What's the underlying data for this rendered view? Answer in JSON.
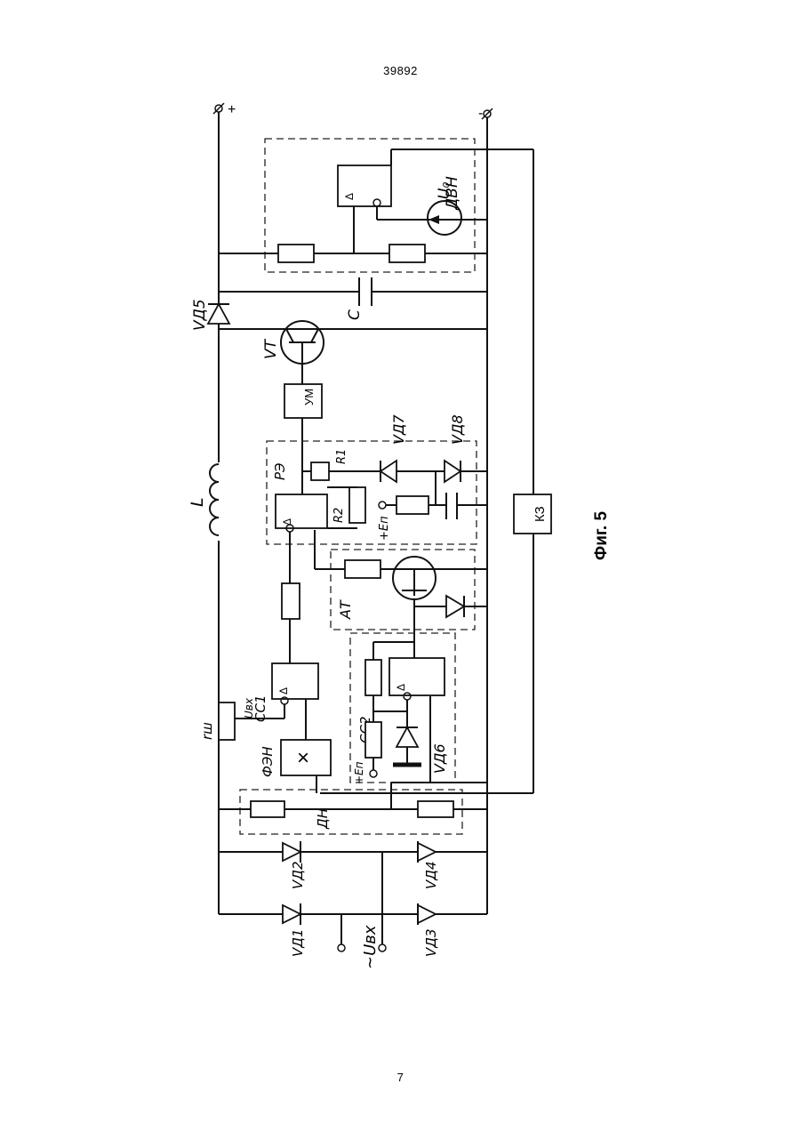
{
  "page": {
    "header_number": "39892",
    "footer_number": "7"
  },
  "figure": {
    "caption": "Фиг. 5",
    "terminals": {
      "plus": "+",
      "minus": "-"
    },
    "components": {
      "dvn": "ДВН",
      "u0": "U₀",
      "capacitor": "C",
      "vd5": "VД5",
      "vt": "VT",
      "um": "УМ",
      "l": "L",
      "re": "РЭ",
      "r1": "R1",
      "r2": "R2",
      "ep": "+Eп",
      "vd7": "VД7",
      "vd8": "VД8",
      "at": "АТ",
      "kz": "КЗ",
      "rsh": "rш",
      "uvx": "Uвх",
      "cc1": "СС1",
      "fen": "ФЭН",
      "cc2": "СС2",
      "ep2": "+Eп",
      "vd6": "VД6",
      "dn": "ДН",
      "vd2": "VД2",
      "vd4": "VД4",
      "vd1": "VД1",
      "vd3": "VД3",
      "input": "~Uвх",
      "delta": "Δ",
      "multiply": "×"
    }
  }
}
